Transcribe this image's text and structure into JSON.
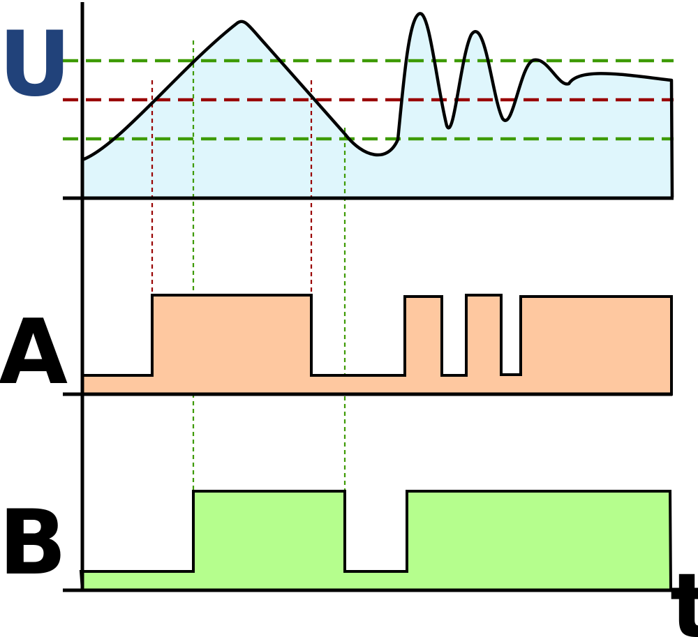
{
  "labels": {
    "u": "U",
    "a": "A",
    "b": "B",
    "t": "t"
  },
  "colors": {
    "signal_fill": "#dff6fc",
    "a_fill": "#fec8a0",
    "b_fill": "#b5fe8d",
    "green_threshold": "#3d9a00",
    "red_threshold": "#990000",
    "u_label": "#21427a",
    "stroke": "#000000"
  }
}
